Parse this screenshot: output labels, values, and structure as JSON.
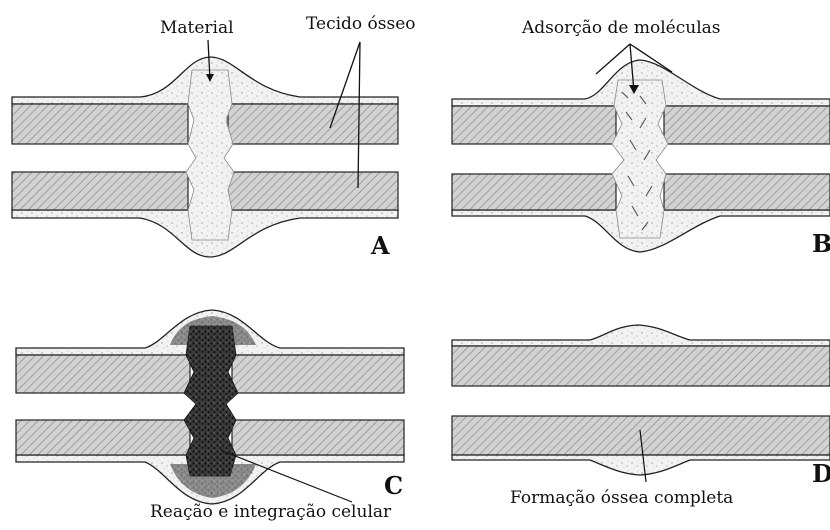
{
  "labels": {
    "material": "Material",
    "tecido_osseo": "Tecido ósseo",
    "adsorcao": "Adsorção de moléculas",
    "reacao": "Reação e integração celular",
    "formacao": "Formação óssea completa"
  },
  "panels": [
    "A",
    "B",
    "C",
    "D"
  ],
  "colors": {
    "bone_fill": "#cfcfcf",
    "hatch": "#8a8a8a",
    "outline": "#222222",
    "material_fill": "#efefef",
    "cell_dark": "#1a1a1a"
  }
}
